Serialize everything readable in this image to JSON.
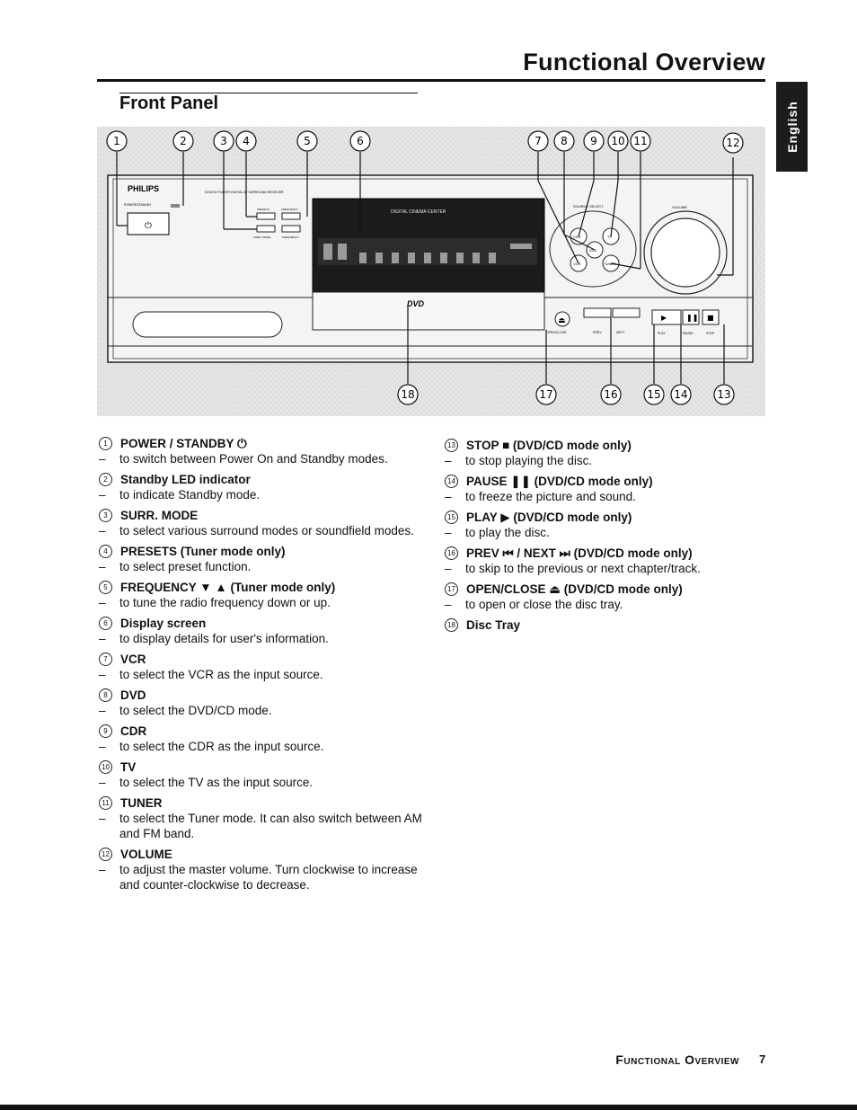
{
  "header": {
    "title": "Functional Overview"
  },
  "section": {
    "title": "Front Panel"
  },
  "language_tab": "English",
  "device": {
    "brand": "PHILIPS",
    "power_label": "POWER/STANDBY",
    "product_text": "DVD/CD PLAYER·DIGITAL AV SURROUND RECEIVER",
    "presets_label": "PRESETS",
    "frequency_label": "FREQUENCY",
    "surr_mode_label": "SURR. MODE",
    "frequency_mini_label": "FREQUENCY",
    "display_header": "DIGITAL CINEMA CENTER",
    "source_select_label": "SOURCE SELECT",
    "cdr_label": "CDR",
    "tv_label": "TV",
    "dvd_label": "DVD",
    "vcr_label": "VCR",
    "tuner_label": "TUNER",
    "volume_label": "VOLUME",
    "open_close_label": "OPEN/CLOSE",
    "prev_label": "PREV",
    "next_label": "NEXT",
    "play_label": "PLAY",
    "pause_label": "PAUSE",
    "stop_label": "STOP",
    "dvd_logo": "DVD",
    "callouts": [
      "1",
      "2",
      "3",
      "4",
      "5",
      "6",
      "7",
      "8",
      "9",
      "10",
      "11",
      "12",
      "18",
      "17",
      "16",
      "15",
      "14",
      "13"
    ]
  },
  "left_items": [
    {
      "num": "1",
      "label": "POWER / STANDBY ⏻",
      "desc": "to switch between Power On and Standby modes."
    },
    {
      "num": "2",
      "label": "Standby LED indicator",
      "desc": "to indicate Standby mode."
    },
    {
      "num": "3",
      "label": "SURR. MODE",
      "desc": "to select various surround modes or soundfield modes."
    },
    {
      "num": "4",
      "label": "PRESETS (Tuner mode only)",
      "desc": "to select preset function."
    },
    {
      "num": "5",
      "label": "FREQUENCY ▼ ▲ (Tuner mode only)",
      "desc": "to tune the radio frequency down or up."
    },
    {
      "num": "6",
      "label": "Display screen",
      "desc": "to display details for user's information."
    },
    {
      "num": "7",
      "label": "VCR",
      "desc": "to select the VCR as the input source."
    },
    {
      "num": "8",
      "label": "DVD",
      "desc": "to select the DVD/CD mode."
    },
    {
      "num": "9",
      "label": "CDR",
      "desc": "to select the CDR as the input source."
    },
    {
      "num": "10",
      "label": "TV",
      "desc": "to select the TV as the input source."
    },
    {
      "num": "11",
      "label": "TUNER",
      "desc": "to select the Tuner mode. It can also switch between AM and FM band."
    },
    {
      "num": "12",
      "label": "VOLUME",
      "desc": "to adjust the master volume. Turn clockwise to increase and counter-clockwise to decrease."
    }
  ],
  "right_items": [
    {
      "num": "13",
      "label": "STOP ■ (DVD/CD mode only)",
      "desc": "to stop playing the disc."
    },
    {
      "num": "14",
      "label": "PAUSE ❚❚ (DVD/CD mode only)",
      "desc": "to freeze the picture and sound."
    },
    {
      "num": "15",
      "label": "PLAY ▶ (DVD/CD mode only)",
      "desc": "to play the disc."
    },
    {
      "num": "16",
      "label": "PREV ⏮ / NEXT ⏭ (DVD/CD mode only)",
      "desc": "to skip to the previous or next chapter/track."
    },
    {
      "num": "17",
      "label": "OPEN/CLOSE ⏏ (DVD/CD mode only)",
      "desc": "to open or close the disc tray."
    },
    {
      "num": "18",
      "label": "Disc Tray",
      "desc": ""
    }
  ],
  "footer": {
    "label": "Functional Overview",
    "page": "7"
  }
}
